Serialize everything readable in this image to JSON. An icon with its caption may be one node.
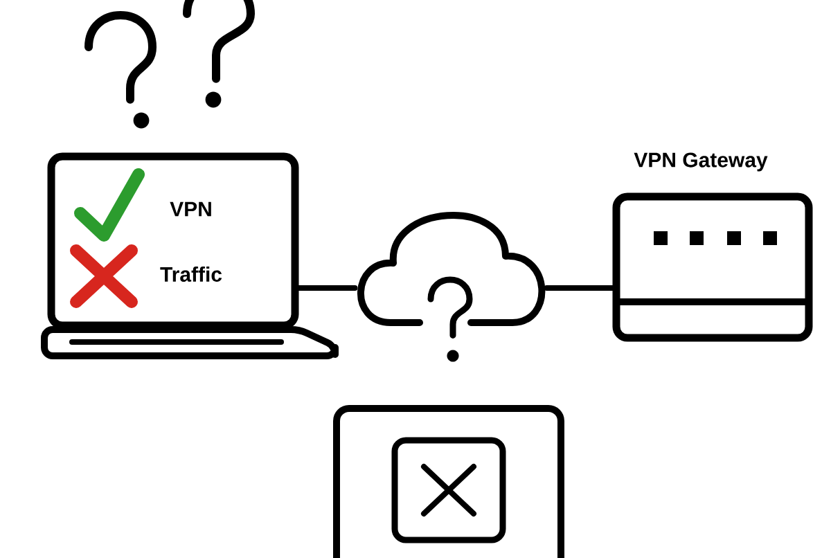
{
  "diagram": {
    "nodes": [
      {
        "text": [
          "VPN",
          "Traffic"
        ]
      },
      {
        "text": [],
        "shape": "cloud"
      },
      {
        "text": [
          "VPN Gateway"
        ]
      },
      {
        "text": [],
        "shape": "box"
      }
    ],
    "edges": [
      {
        "from": 0,
        "to": 1,
        "arrow": "none"
      },
      {
        "from": 1,
        "to": 2,
        "arrow": "none"
      }
    ]
  }
}
